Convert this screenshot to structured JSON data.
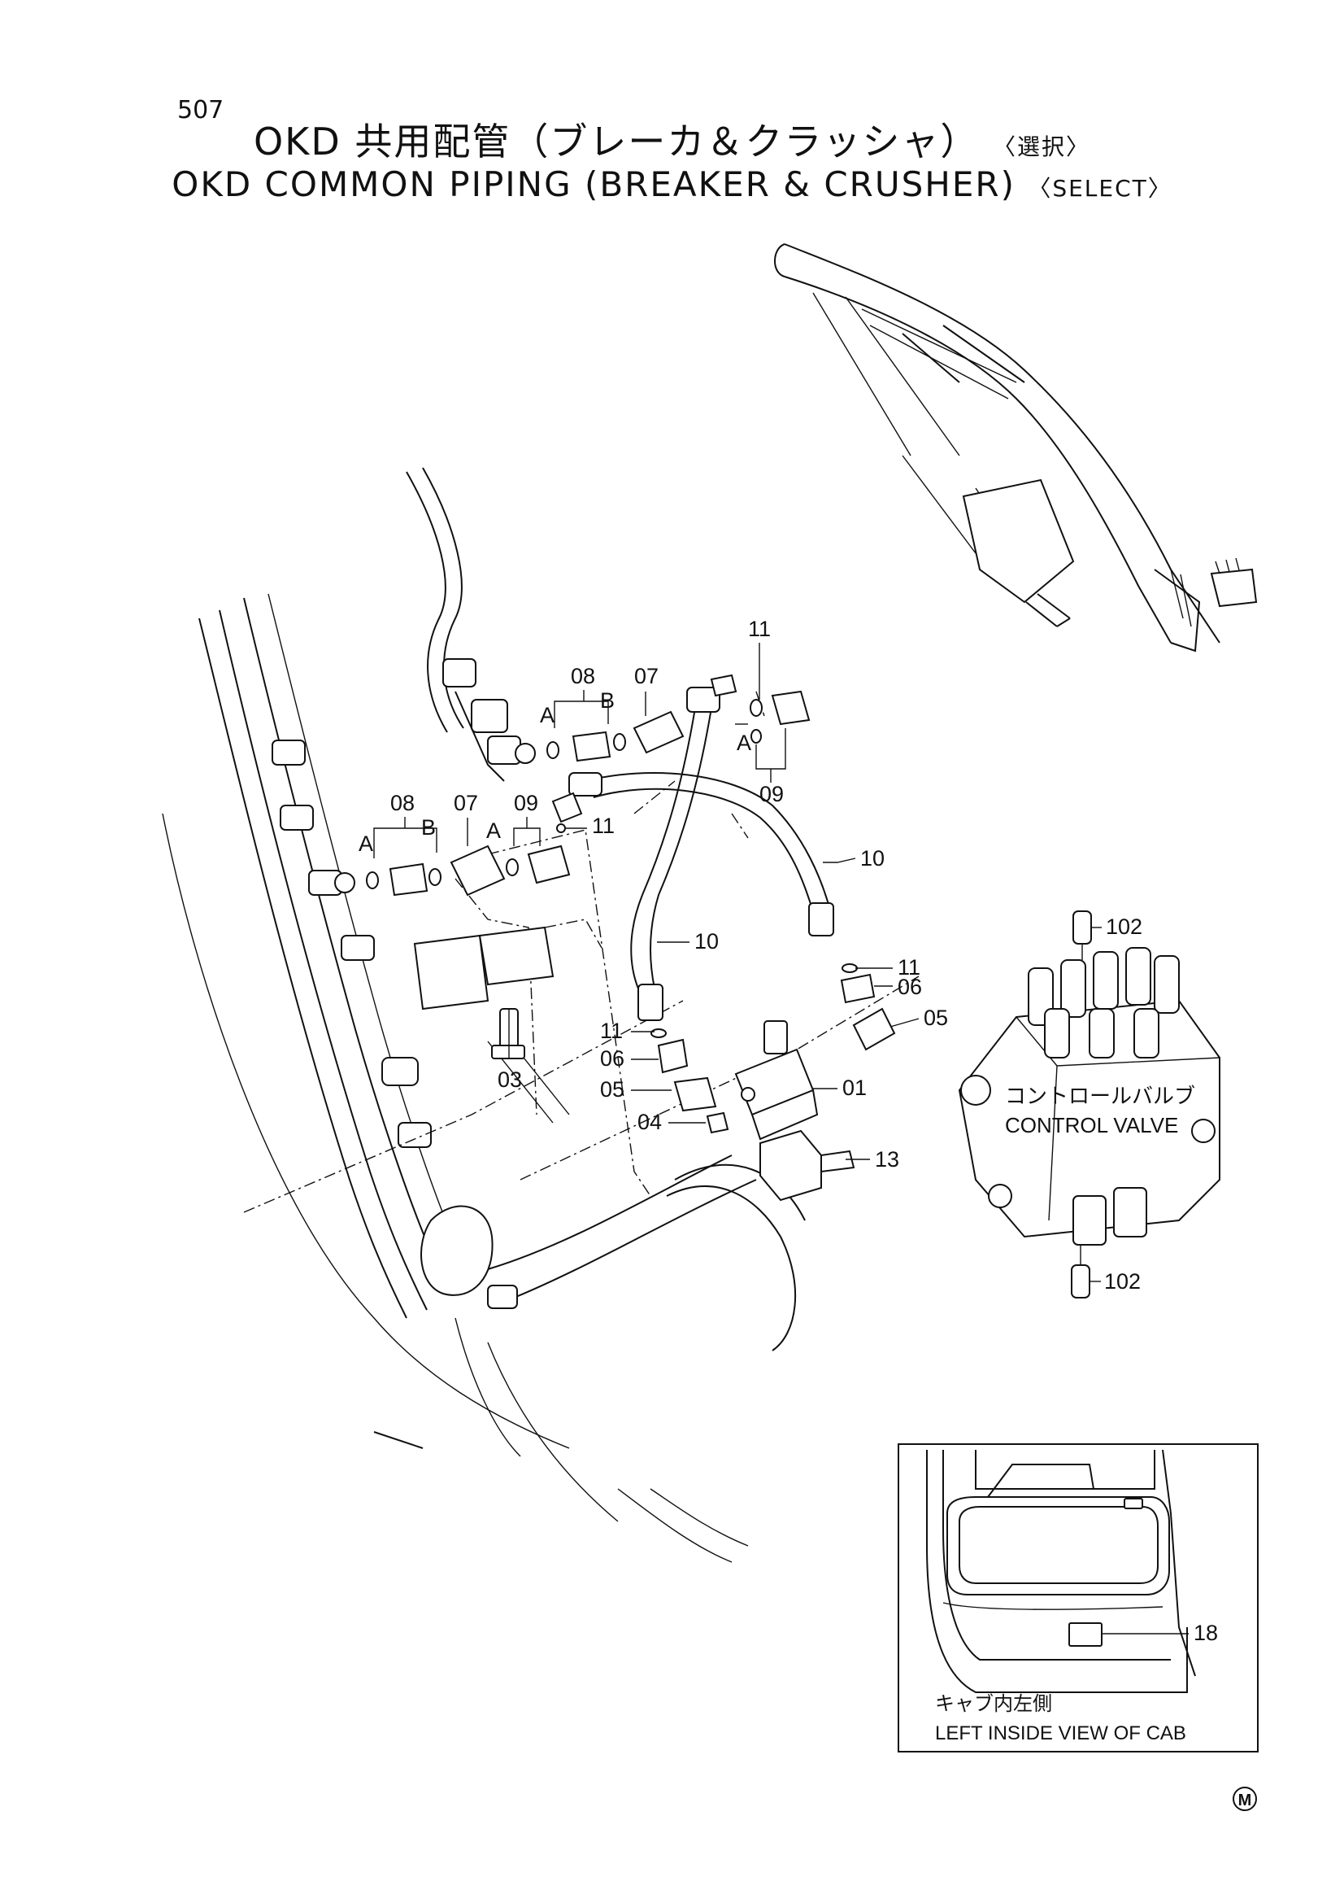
{
  "page_number": "507",
  "title_jp": "OKD 共用配管（ブレーカ＆クラッシャ）",
  "title_jp_select": "〈選択〉",
  "title_en": "OKD COMMON PIPING (BREAKER & CRUSHER)",
  "title_en_select": "〈SELECT〉",
  "labels": {
    "p08_top": "08",
    "p07_top": "07",
    "p11_top": "11",
    "a_top": "A",
    "b_top": "B",
    "a_top_right": "A",
    "p09_top": "09",
    "p08_left": "08",
    "p07_left": "07",
    "p09_left": "09",
    "a_left1": "A",
    "b_left": "B",
    "a_left2": "A",
    "p11_mid": "11",
    "p10_right": "10",
    "p10_center": "10",
    "p11_right": "11",
    "p06_right": "06",
    "p05_right": "05",
    "p11_lower": "11",
    "p06_left": "06",
    "p05_left": "05",
    "p01": "01",
    "p04": "04",
    "p13": "13",
    "p03": "03",
    "p102_top": "102",
    "p102_bottom": "102",
    "p18": "18"
  },
  "control_valve_jp": "コントロールバルブ",
  "control_valve_en": "CONTROL VALVE",
  "cab_view_jp": "キャブ内左側",
  "cab_view_en": "LEFT INSIDE VIEW OF CAB",
  "corner_mark": "M"
}
